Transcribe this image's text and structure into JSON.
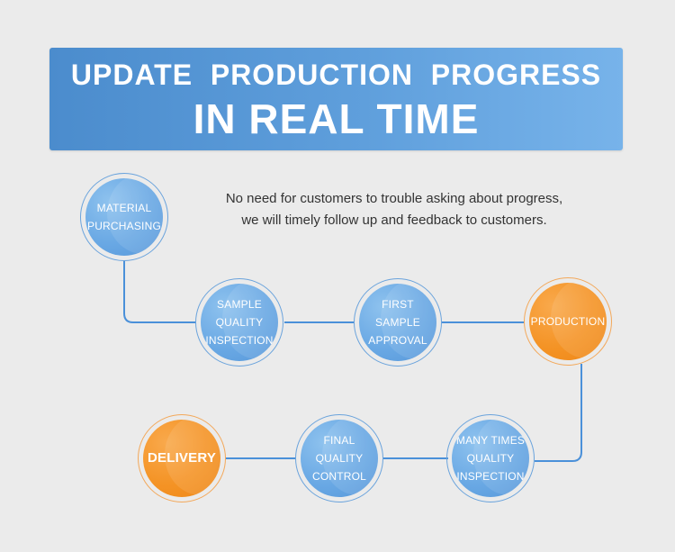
{
  "banner": {
    "line1": "UPDATE  PRODUCTION  PROGRESS",
    "line2": "IN REAL TIME"
  },
  "subtitle": {
    "line1": "No need for customers to trouble asking about progress,",
    "line2": "we will timely follow up and feedback to customers."
  },
  "steps": [
    {
      "label": "MATERIAL\nPURCHASING",
      "color": "#69a8e4"
    },
    {
      "label": "SAMPLE\nQUALITY\nINSPECTION",
      "color": "#69a8e4"
    },
    {
      "label": "FIRST\nSAMPLE\nAPPROVAL",
      "color": "#69a8e4"
    },
    {
      "label": "PRODUCTION",
      "color": "#f49325"
    },
    {
      "label": "MANY TIMES\nQUALITY\nINSPECTION",
      "color": "#69a8e4"
    },
    {
      "label": "FINAL\nQUALITY\nCONTROL",
      "color": "#69a8e4"
    },
    {
      "label": "DELIVERY",
      "color": "#f49325"
    }
  ],
  "colors": {
    "connector": "#4a90d9",
    "banner": "#5f9fdc",
    "accent": "#f49325"
  }
}
